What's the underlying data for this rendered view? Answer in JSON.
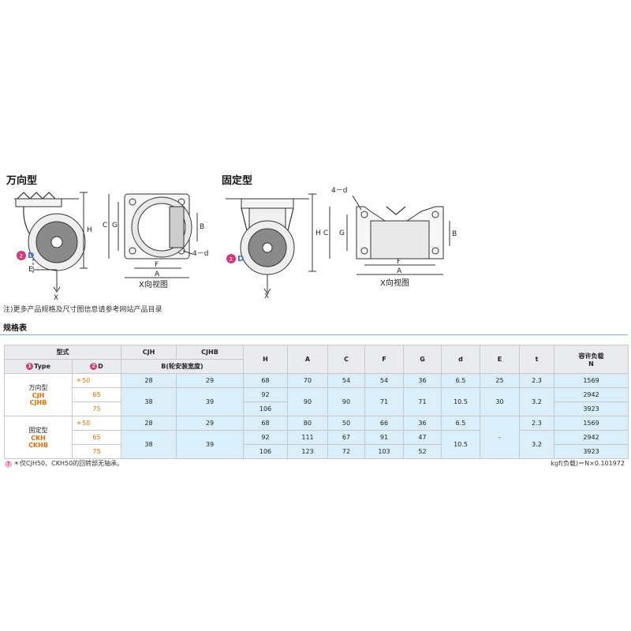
{
  "sections": {
    "swivel_title": "万向型",
    "rigid_title": "固定型"
  },
  "drawing_labels": {
    "d_label": "D",
    "swivel_e": "E",
    "swivel_x": "X",
    "swivel_h": "H",
    "plate1_c": "C",
    "plate1_g": "G",
    "plate1_b": "B",
    "plate1_f": "F",
    "plate1_a": "A",
    "plate1_hole": "4－d",
    "plate1_view": "X向视图",
    "rigid_x": "X",
    "rigid_h": "H",
    "plate2_hole": "4－d",
    "plate2_c": "C",
    "plate2_g": "G",
    "plate2_b": "B",
    "plate2_f": "F",
    "plate2_a": "A",
    "plate2_view": "X向视图",
    "badge_num": "2"
  },
  "note": "注)更多产品规格及尺寸图信息请参考网站产品目录",
  "table_title": "规格表",
  "table": {
    "header": {
      "model": "型式",
      "cjh": "CJH",
      "cjhb": "CJHB",
      "h": "H",
      "a": "A",
      "c": "C",
      "f": "F",
      "g": "G",
      "d": "d",
      "e": "E",
      "t": "t",
      "load": "容许负载",
      "load_unit": "N",
      "type_num": "1",
      "type": "Type",
      "d_num": "2",
      "D": "D",
      "b": "B(轮安装宽度)"
    },
    "groups": [
      {
        "type_lines": [
          "万向型",
          "CJH",
          "CJHB"
        ],
        "rows": [
          {
            "D": "＊50",
            "b1": "28",
            "b2": "29",
            "H": "68",
            "A": "70",
            "C": "54",
            "F": "54",
            "G": "36",
            "d": "6.5",
            "E": "25",
            "t": "2.3",
            "N": "1569"
          },
          {
            "D": "65",
            "b1": "38",
            "b2": "39",
            "H": "92",
            "A": "90",
            "C": "90",
            "F": "71",
            "G": "71",
            "d": "10.5",
            "E": "30",
            "t": "3.2",
            "N": "2942"
          },
          {
            "D": "75",
            "H": "106",
            "N": "3923"
          }
        ]
      },
      {
        "type_lines": [
          "固定型",
          "CKH",
          "CKHB"
        ],
        "rows": [
          {
            "D": "＊50",
            "b1": "28",
            "b2": "29",
            "H": "68",
            "A": "80",
            "C": "50",
            "F": "66",
            "G": "36",
            "d": "6.5",
            "E": "-",
            "t": "2.3",
            "N": "1569"
          },
          {
            "D": "65",
            "b1": "38",
            "b2": "39",
            "H": "92",
            "A": "111",
            "C": "67",
            "F": "91",
            "G": "47",
            "d": "10.5",
            "t": "3.2",
            "N": "2942"
          },
          {
            "D": "75",
            "H": "106",
            "A": "123",
            "C": "72",
            "F": "103",
            "G": "52",
            "N": "3923"
          }
        ]
      }
    ]
  },
  "footer_left": "＊仅CJH50、CKH50的回转部无轴承。",
  "footer_right": "kgf(负载)＝N×0.101972",
  "colors": {
    "accent_orange": "#e07000",
    "cell_blue": "#dbeffa",
    "header_gray": "#e9ebee",
    "rule_blue": "#7fa9d8",
    "badge_pink": "#d23a7a"
  }
}
